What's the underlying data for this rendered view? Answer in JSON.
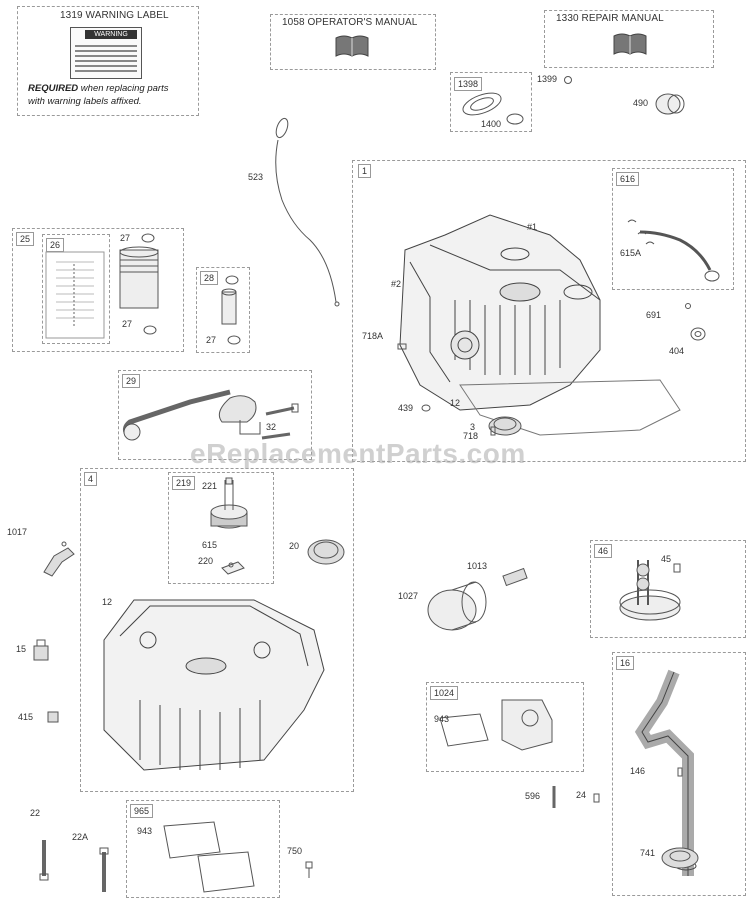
{
  "header_kits": {
    "warning_label": {
      "title": "1319 WARNING LABEL",
      "note_bold": "REQUIRED",
      "note_rest": " when replacing parts",
      "note_line2": "with warning labels affixed.",
      "sticker_text": "WARNING"
    },
    "operators_manual": {
      "title": "1058 OPERATOR'S MANUAL"
    },
    "repair_manual": {
      "title": "1330 REPAIR MANUAL"
    }
  },
  "kits": {
    "k1398": "1398",
    "k1": "1",
    "k616": "616",
    "k25": "25",
    "k26": "26",
    "k28": "28",
    "k29": "29",
    "k4": "4",
    "k219": "219",
    "k46": "46",
    "k16": "16",
    "k1024": "1024",
    "k965": "965"
  },
  "parts": {
    "p1400": "1400",
    "p1399": "1399",
    "p490": "490",
    "p523": "523",
    "p_h1": "#1",
    "p_h2": "#2",
    "p615a": "615A",
    "p691": "691",
    "p404": "404",
    "p718a": "718A",
    "p439": "439",
    "p12a": "12",
    "p718": "718",
    "p3": "3",
    "p27a": "27",
    "p27b": "27",
    "p27c": "27",
    "p32": "32",
    "p1017": "1017",
    "p221": "221",
    "p615": "615",
    "p220": "220",
    "p20": "20",
    "p12b": "12",
    "p15": "15",
    "p415": "415",
    "p22": "22",
    "p22a": "22A",
    "p943a": "943",
    "p750": "750",
    "p1013": "1013",
    "p1027": "1027",
    "p45": "45",
    "p943b": "943",
    "p596": "596",
    "p24": "24",
    "p146": "146",
    "p741": "741"
  },
  "watermark": "eReplacementParts.com"
}
